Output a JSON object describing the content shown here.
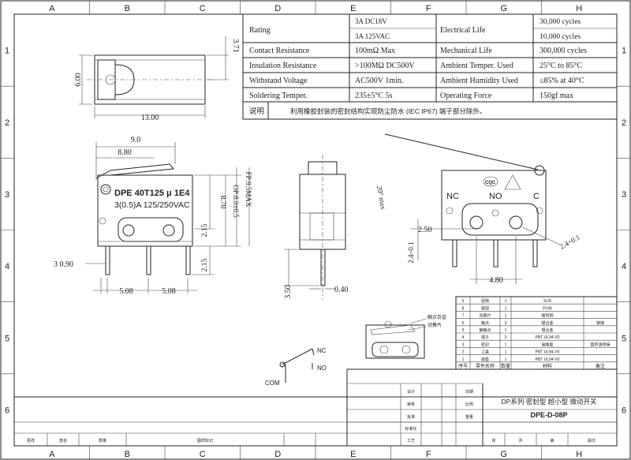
{
  "grid": {
    "columns": [
      "A",
      "B",
      "C",
      "D",
      "E",
      "F",
      "G",
      "H"
    ],
    "rows": [
      "1",
      "2",
      "3",
      "4",
      "5",
      "6"
    ]
  },
  "spec_table": {
    "rating_label": "Rating",
    "rating_values": [
      "3A  DC18V",
      "3A  125VAC"
    ],
    "contact_resistance_label": "Contact Resistance",
    "contact_resistance_value": "100mΩ  Max",
    "insulation_resistance_label": "Insulation Resistance",
    "insulation_resistance_value": ">100MΩ  DC500V",
    "withstand_voltage_label": "Withstand Voltage",
    "withstand_voltage_value": "AC500V  1min.",
    "soldering_label": "Soldering Temper.",
    "soldering_value": "235±5°C 5s",
    "electrical_life_label": "Electrical Life",
    "electrical_life_values": [
      "30,000 cycles",
      "10,000 cycles"
    ],
    "mechanical_life_label": "Mechanical Life",
    "mechanical_life_value": "300,000 cycles",
    "ambient_temp_label": "Ambient Temper. Used",
    "ambient_temp_value": "25°C to 85°C",
    "ambient_humidity_label": "Ambient Humidity Used",
    "ambient_humidity_value": "≤85% at 40°C",
    "operating_force_label": "Operating Force",
    "operating_force_value": "150gf max",
    "note_label": "说明",
    "note_text": "利用橡胶封装的密封结构实现防尘防水 (IEC IP67) 端子部分除外。"
  },
  "top_view": {
    "dim_height": "6.00",
    "dim_width": "13.00",
    "dim_right": "3.71"
  },
  "front_view": {
    "dim_overall": "9.0",
    "dim_span": "8.80",
    "marking_line1": "DPE 40T125 μ 1E4",
    "marking_line2": "3(0.5)A 125/250VAC",
    "dim_op": "OP:8.0±0.5",
    "dim_fp": "FP:9.5MAX",
    "dim_870": "8.70",
    "dim_215a": "2.15",
    "dim_215b": "2.15",
    "dim_left": "3 0.90",
    "dim_pitch1": "5.08",
    "dim_pitch2": "5.08"
  },
  "side_view": {
    "dim_350": "3.50",
    "dim_040": "0.40"
  },
  "right_view": {
    "lever_angle": "20° max",
    "label_nc": "NC",
    "label_no": "NO",
    "label_c": "C",
    "dim_250": "2.50",
    "dim_24": "2.4~0.1",
    "dim_hole": "2.4+0.1",
    "dim_480": "4.80"
  },
  "circuit": {
    "label_nc": "NC",
    "label_no": "NO",
    "label_com": "COM"
  },
  "parts_table": {
    "header_no": "序号",
    "header_name": "零件名称",
    "header_qty": "数量",
    "header_material": "材料",
    "header_remark": "备注",
    "rows": [
      {
        "no": "9",
        "name": "钮柄",
        "qty": "1",
        "material": "SUS",
        "remark": ""
      },
      {
        "no": "8",
        "name": "按钮",
        "qty": "1",
        "material": "POM",
        "remark": ""
      },
      {
        "no": "7",
        "name": "动簧片",
        "qty": "1",
        "material": "铍青铜",
        "remark": ""
      },
      {
        "no": "6",
        "name": "触点",
        "qty": "3",
        "material": "银合金",
        "remark": "铆接"
      },
      {
        "no": "5",
        "name": "静触点",
        "qty": "1",
        "material": "银合金",
        "remark": ""
      },
      {
        "no": "4",
        "name": "端子",
        "qty": "3",
        "material": "PBT UL94-V0",
        "remark": ""
      },
      {
        "no": "3",
        "name": "密封",
        "qty": "1",
        "material": "硅橡胶",
        "remark": "超声波焊接"
      },
      {
        "no": "2",
        "name": "上盖",
        "qty": "1",
        "material": "PBT UL94-V0",
        "remark": ""
      },
      {
        "no": "1",
        "name": "底座",
        "qty": "1",
        "material": "PBT UL94-V0",
        "remark": ""
      }
    ]
  },
  "detail_labels": {
    "contact_label": "触点合金",
    "spring_label": "动簧片"
  },
  "title_block": {
    "product_title": "DP系列 密封型 超小型 微动开关",
    "drawing_no": "DPE-D-08P",
    "labels": [
      "设计",
      "审核",
      "批准",
      "标准化",
      "工艺",
      "日期",
      "比例",
      "重量",
      "张",
      "共",
      "第",
      "版次",
      "更改",
      "签名",
      "数量",
      "图样标记"
    ]
  }
}
